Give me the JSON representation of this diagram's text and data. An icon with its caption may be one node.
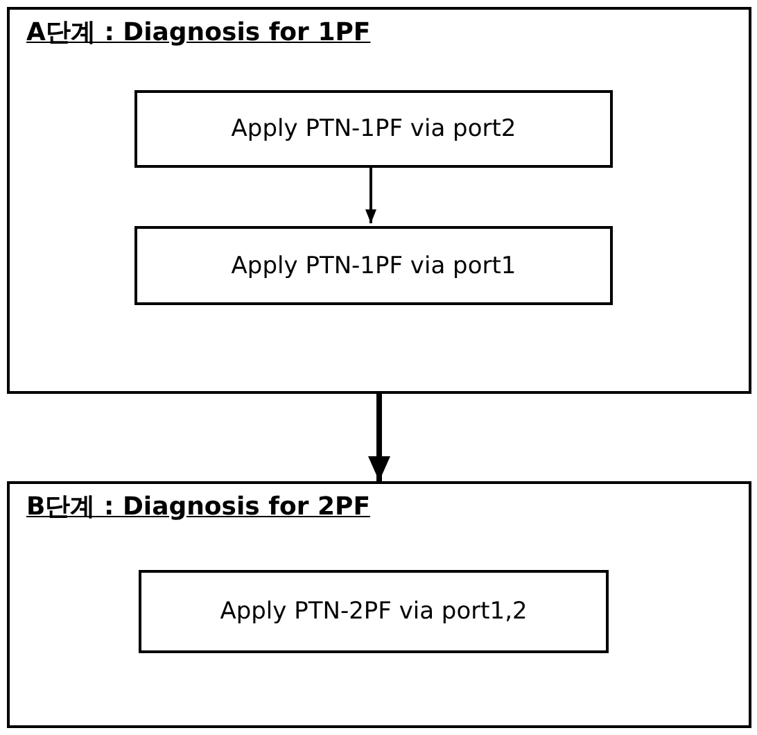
{
  "diagram": {
    "nodes": [
      {
        "text": [
          "A단계 : Diagnosis for 1PF"
        ]
      },
      {
        "text": [
          "Apply PTN-1PF via port2"
        ],
        "in": 0
      },
      {
        "text": [
          "Apply PTN-1PF via port1"
        ],
        "in": 0
      },
      {
        "text": [
          "B단계 : Diagnosis for 2PF"
        ]
      },
      {
        "text": [
          "Apply PTN-2PF via port1,2"
        ],
        "in": 3
      }
    ],
    "edges": [
      {
        "from": 1,
        "to": 2,
        "arrow": "to"
      },
      {
        "from": 0,
        "to": 3,
        "arrow": "to",
        "style": "thick"
      }
    ]
  }
}
